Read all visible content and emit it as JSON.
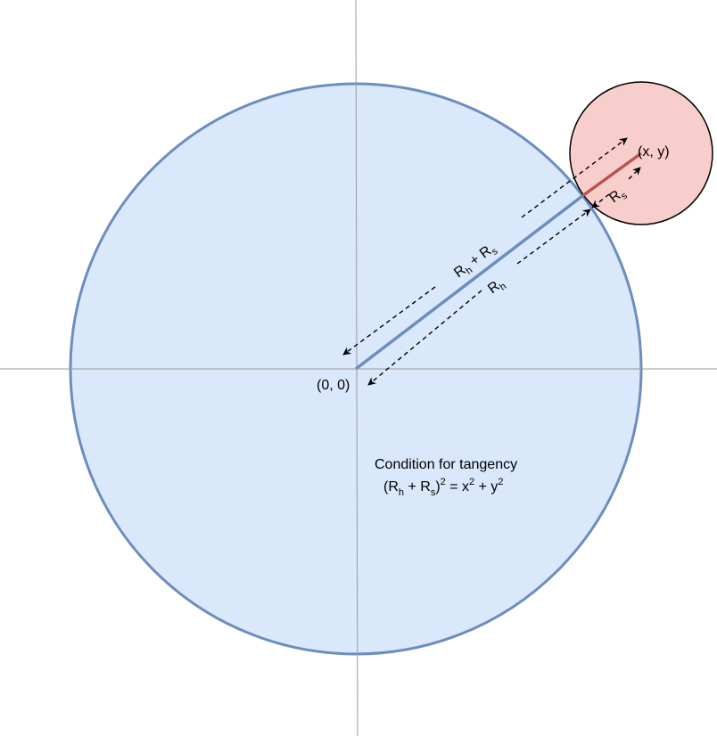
{
  "labels": {
    "origin": "(0, 0)",
    "point": "(x, y)",
    "sum_radius": {
      "r1": "R",
      "sub1": "h",
      "plus": " + ",
      "r2": "R",
      "sub2": "s"
    },
    "host_radius": {
      "r": "R",
      "sub": "h"
    },
    "small_radius": {
      "r": "R",
      "sub": "s"
    }
  },
  "condition": {
    "title": "Condition for tangency",
    "formula": {
      "open": "(R",
      "sub_h": "h",
      "plus": " + R",
      "sub_s": "s",
      "close": ")",
      "sup_2a": "2",
      "eq": " = x",
      "sup_2b": "2",
      "plus2": " + y",
      "sup_2c": "2"
    }
  },
  "colors": {
    "big_circle_fill": "#dae8fc",
    "big_circle_stroke": "#6c8ebf",
    "small_circle_fill": "#f8cecc",
    "small_circle_stroke": "#000000",
    "radius_red": "#b85450",
    "axis": "#999999",
    "arrow": "#000000"
  }
}
